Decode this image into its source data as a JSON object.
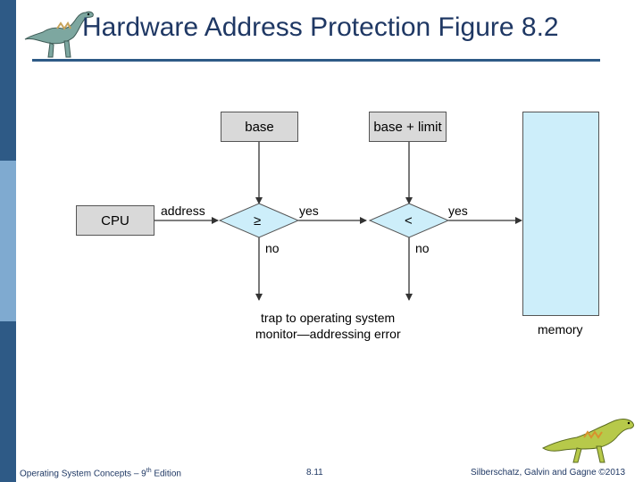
{
  "slide": {
    "title": "Hardware Address Protection Figure 8.2"
  },
  "diagram": {
    "base_label": "base",
    "base_limit_label": "base + limit",
    "cpu_label": "CPU",
    "address_label": "address",
    "ge_symbol": "≥",
    "lt_symbol": "<",
    "yes_label_1": "yes",
    "yes_label_2": "yes",
    "no_label_1": "no",
    "no_label_2": "no",
    "trap_line1": "trap to operating system",
    "trap_line2": "monitor—addressing error",
    "memory_label": "memory"
  },
  "footer": {
    "book_prefix": "Operating System Concepts – 9",
    "book_sup": "th",
    "book_suffix": " Edition",
    "page": "8.11",
    "copyright": "Silberschatz, Galvin and Gagne ©2013"
  },
  "colors": {
    "title": "#1f3864",
    "box_fill": "#d9d9d9",
    "memory_fill": "#cdeefa",
    "sidebar_dark": "#2e5a86",
    "sidebar_light": "#7faad0"
  }
}
